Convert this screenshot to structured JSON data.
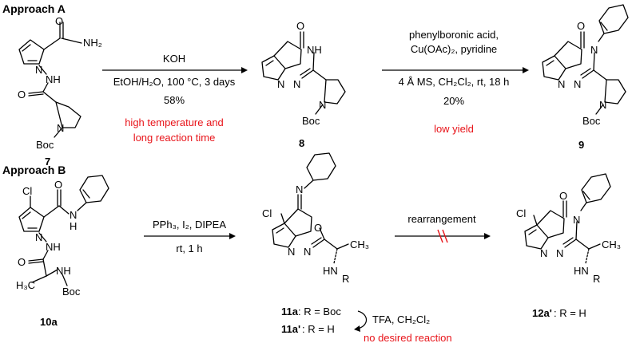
{
  "approach_a": {
    "header": "Approach A",
    "step1": {
      "reagent": "KOH",
      "conditions": "EtOH/H₂O, 100 °C, 3 days",
      "yield": "58%",
      "note_line1": "high temperature and",
      "note_line2": "long reaction time"
    },
    "step2": {
      "reagent_line1": "phenylboronic acid,",
      "reagent_line2": "Cu(OAc)₂, pyridine",
      "conditions": "4 Å MS, CH₂Cl₂, rt, 18 h",
      "yield": "20%",
      "note": "low yield"
    },
    "compounds": [
      {
        "id": "7",
        "labels": {
          "top": "O",
          "nh2": "NH₂",
          "n_ring": "N",
          "nh": "NH",
          "o": "O",
          "n_pro": "N",
          "boc": "Boc"
        }
      },
      {
        "id": "8",
        "labels": {
          "o": "O",
          "nh": "NH",
          "n1": "N",
          "n2": "N",
          "n_pro": "N",
          "boc": "Boc"
        }
      },
      {
        "id": "9",
        "labels": {
          "o": "O",
          "n": "N",
          "n1": "N",
          "n2": "N",
          "n_pro": "N",
          "boc": "Boc"
        }
      }
    ]
  },
  "approach_b": {
    "header": "Approach B",
    "step1": {
      "reagent": "PPh₃, I₂, DIPEA",
      "conditions": "rt, 1 h"
    },
    "step2": {
      "label": "rearrangement"
    },
    "deprotection": {
      "reagent": "TFA, CH₂Cl₂",
      "note": "no desired reaction"
    },
    "compounds": [
      {
        "id": "10a",
        "labels": {
          "cl": "Cl",
          "o": "O",
          "nh_amide": "N",
          "h_amide": "H",
          "n_ring": "N",
          "nh": "NH",
          "o2": "O",
          "ch3": "H₃C",
          "nh_boc": "NH",
          "boc": "Boc"
        }
      },
      {
        "id": "11a",
        "caption_r": ": R = Boc",
        "labels": {
          "cl": "Cl",
          "n_imine": "N",
          "o": "O",
          "n1": "N",
          "n2": "N",
          "ch3": "CH₃",
          "hn": "HN",
          "r": "R"
        }
      },
      {
        "id": "11a'",
        "caption_r": ": R = H"
      },
      {
        "id": "12a'",
        "caption_r": ": R = H",
        "labels": {
          "cl": "Cl",
          "o": "O",
          "n": "N",
          "n1": "N",
          "n2": "N",
          "ch3": "CH₃",
          "hn": "HN",
          "r": "R"
        }
      }
    ]
  }
}
